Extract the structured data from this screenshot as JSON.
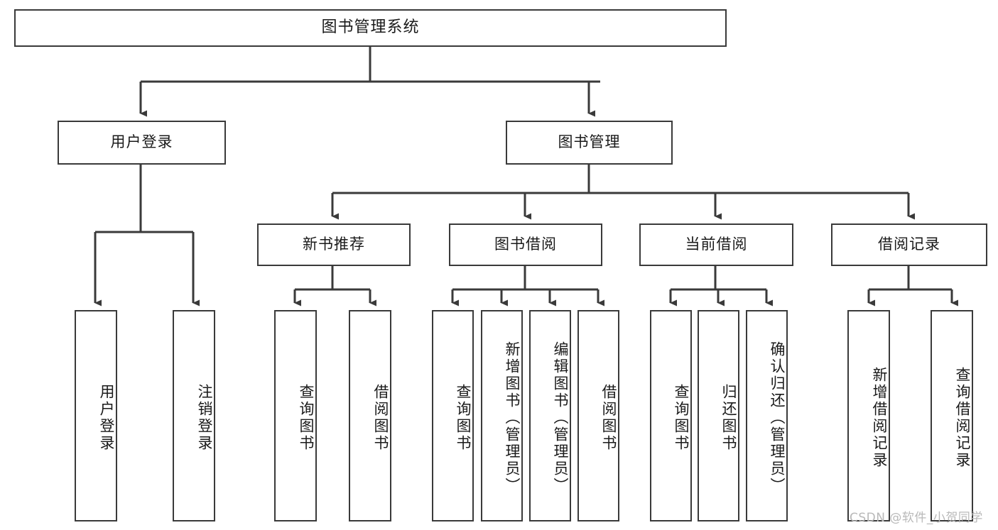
{
  "diagram": {
    "title": "图书管理系统",
    "type": "hierarchy-tree",
    "watermark": "CSDN @软件_小贺同学",
    "colors": {
      "stroke": "#3a3a3a",
      "fill": "#ffffff",
      "text": "#1a1a1a",
      "watermark": "#b9b9b9"
    },
    "root": {
      "label": "图书管理系统"
    },
    "level2": [
      {
        "label": "用户登录"
      },
      {
        "label": "图书管理"
      }
    ],
    "level3": [
      {
        "label": "新书推荐"
      },
      {
        "label": "图书借阅"
      },
      {
        "label": "当前借阅"
      },
      {
        "label": "借阅记录"
      }
    ],
    "leaves": {
      "user_login": [
        {
          "label": "用户登录"
        },
        {
          "label": "注销登录"
        }
      ],
      "new_book": [
        {
          "label": "查询图书"
        },
        {
          "label": "借阅图书"
        }
      ],
      "book_borrow": [
        {
          "label": "查询图书"
        },
        {
          "label": "新增图书（管理员）"
        },
        {
          "label": "编辑图书（管理员）"
        },
        {
          "label": "借阅图书"
        }
      ],
      "current_borrow": [
        {
          "label": "查询图书"
        },
        {
          "label": "归还图书"
        },
        {
          "label": "确认归还（管理员）"
        }
      ],
      "borrow_record": [
        {
          "label": "新增借阅记录"
        },
        {
          "label": "查询借阅记录"
        }
      ]
    }
  }
}
